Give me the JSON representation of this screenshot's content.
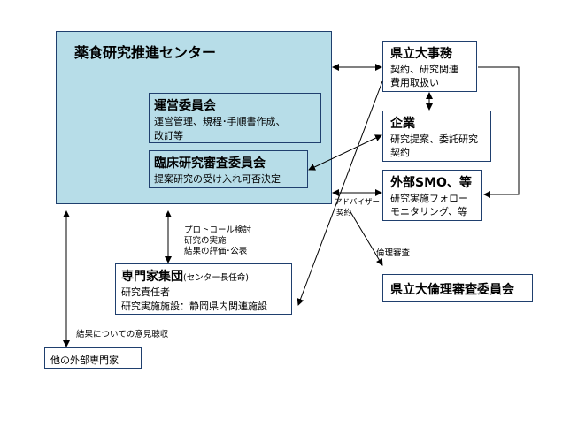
{
  "center": {
    "title": "薬食研究推進センター"
  },
  "steering": {
    "title": "運営委員会",
    "line1": "運営管理、規程･手順書作成、",
    "line2": "改訂等"
  },
  "clinical": {
    "title": "臨床研究審査委員会",
    "line1": "提案研究の受け入れ可否決定"
  },
  "office": {
    "title": "県立大事務",
    "line1": "契約、研究関連",
    "line2": "費用取扱い"
  },
  "company": {
    "title": "企業",
    "line1": "研究提案、委託研究",
    "line2": "契約"
  },
  "smo": {
    "title": "外部SMO、等",
    "line1": "研究実施フォロー",
    "line2": "モニタリング、等"
  },
  "ethics": {
    "title": "県立大倫理審査委員会"
  },
  "experts": {
    "title": "専門家集団",
    "title_sub": "(センター長任命)",
    "line1": "研究責任者",
    "line2": "研究実施施設：静岡県内関連施設"
  },
  "outside": {
    "title": "他の外部専門家"
  },
  "labels": {
    "protocol1": "プロトコール検討",
    "protocol2": "研究の実施",
    "protocol3": "結果の評価･公表",
    "advisor1": "アドバイザー",
    "advisor2": "契約",
    "ethics_review": "倫理審査",
    "opinion": "結果についての意見聴収"
  }
}
